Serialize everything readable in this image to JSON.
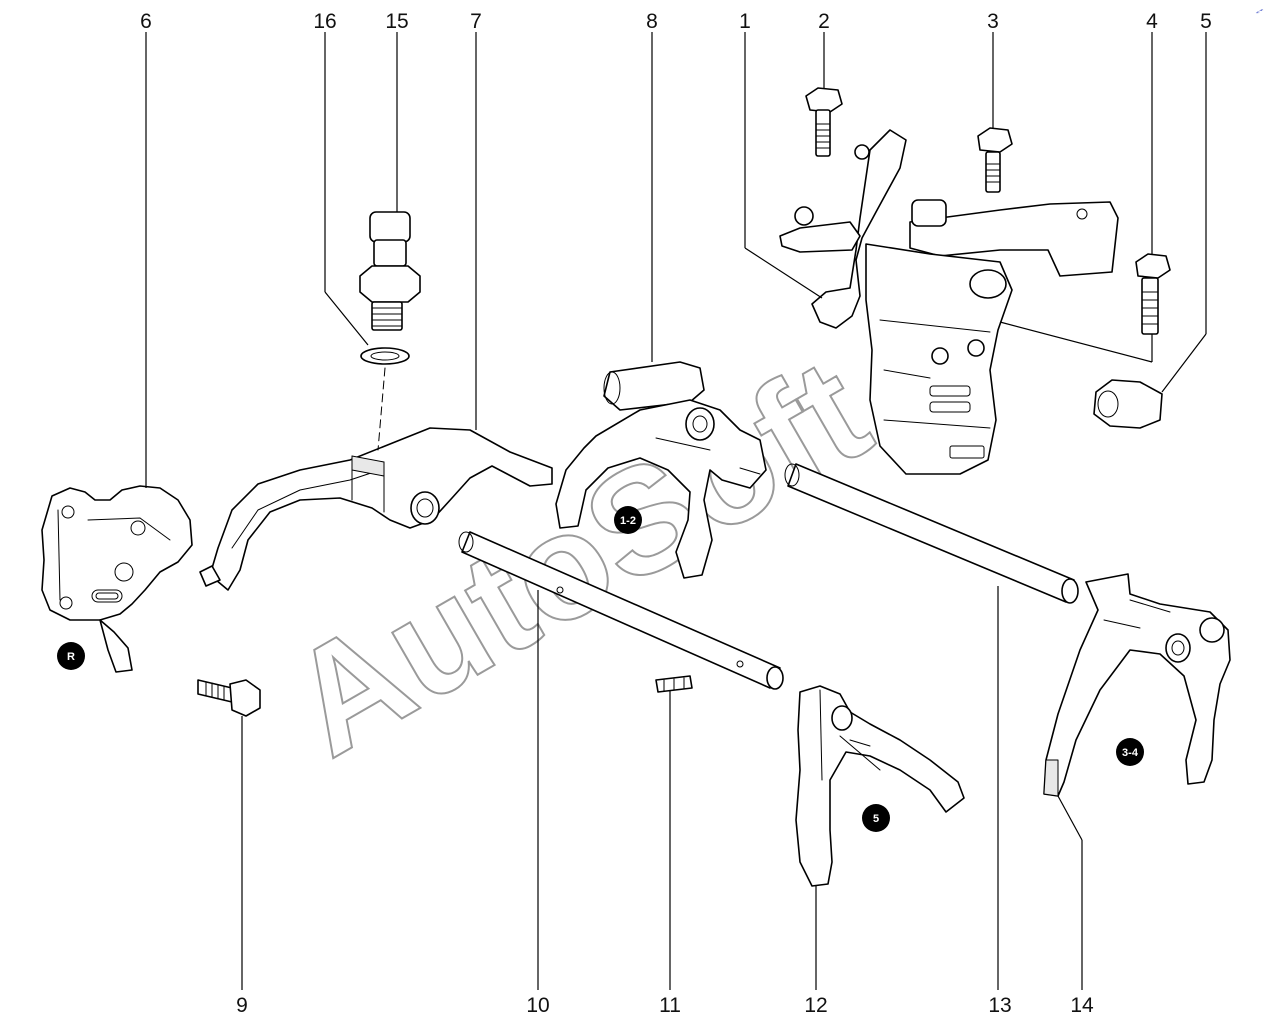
{
  "callouts": [
    "1",
    "2",
    "3",
    "4",
    "5",
    "6",
    "7",
    "8",
    "9",
    "10",
    "11",
    "12",
    "13",
    "14",
    "15",
    "16"
  ],
  "badges": {
    "r": "R",
    "one_two": "1-2",
    "five": "5",
    "three_four": "3-4"
  },
  "watermark": "AutoSoft",
  "colors": {
    "line": "#000000",
    "background": "#ffffff",
    "watermark": "#9a9a9a"
  }
}
